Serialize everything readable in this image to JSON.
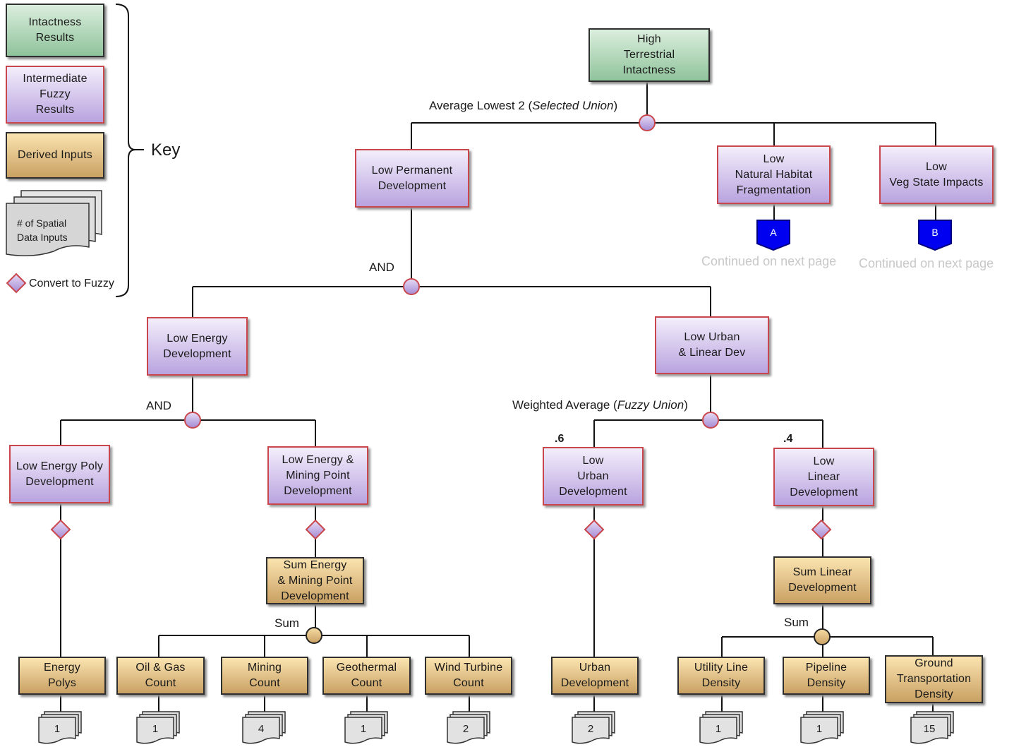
{
  "key": {
    "title": "Key",
    "intactness": "Intactness\nResults",
    "intermediate": "Intermediate\nFuzzy\nResults",
    "derived": "Derived Inputs",
    "spatial": "# of Spatial\nData Inputs",
    "convert": "Convert to Fuzzy"
  },
  "nodes": {
    "high_terrestrial": "High\nTerrestrial\nIntactness",
    "low_perm_dev": "Low Permanent\nDevelopment",
    "low_nat_hab": "Low\nNatural Habitat\nFragmentation",
    "low_veg": "Low\nVeg State Impacts",
    "low_energy_dev": "Low Energy\nDevelopment",
    "low_urban_linear": "Low Urban\n& Linear Dev",
    "low_energy_poly": "Low Energy Poly\nDevelopment",
    "low_energy_mining": "Low Energy &\nMining Point\nDevelopment",
    "low_urban_dev": "Low\nUrban\nDevelopment",
    "low_linear_dev": "Low\nLinear\nDevelopment",
    "sum_energy_mining": "Sum Energy\n& Mining Point\nDevelopment",
    "sum_linear": "Sum Linear\nDevelopment",
    "energy_polys": "Energy\nPolys",
    "oil_gas": "Oil & Gas\nCount",
    "mining": "Mining\nCount",
    "geothermal": "Geothermal\nCount",
    "wind": "Wind Turbine\nCount",
    "urban_dev": "Urban\nDevelopment",
    "utility": "Utility Line\nDensity",
    "pipeline": "Pipeline\nDensity",
    "ground": "Ground\nTransportation\nDensity"
  },
  "operators": {
    "avg_lowest_prefix": "Average  Lowest  2  (",
    "avg_lowest_italic": "Selected Union",
    "and_top": "AND",
    "and_left": "AND",
    "weighted_prefix": "Weighted Average (",
    "weighted_italic": "Fuzzy Union",
    "sum_left": "Sum",
    "sum_right": "Sum",
    "weight_urban": ".6",
    "weight_linear": ".4"
  },
  "connectors": {
    "a": "A",
    "b": "B",
    "continued_a": "Continued on next page",
    "continued_b": "Continued on next page"
  },
  "input_counts": {
    "energy_polys": "1",
    "oil_gas": "1",
    "mining": "4",
    "geothermal": "1",
    "wind": "2",
    "urban_dev": "2",
    "utility": "1",
    "pipeline": "1",
    "ground": "15"
  },
  "colors": {
    "results_green": "#8fc39b",
    "intermediate_purple": "#b9a3df",
    "derived_tan": "#c9a063",
    "outline_red": "#c8464c",
    "connector_blue": "#0000ff"
  }
}
